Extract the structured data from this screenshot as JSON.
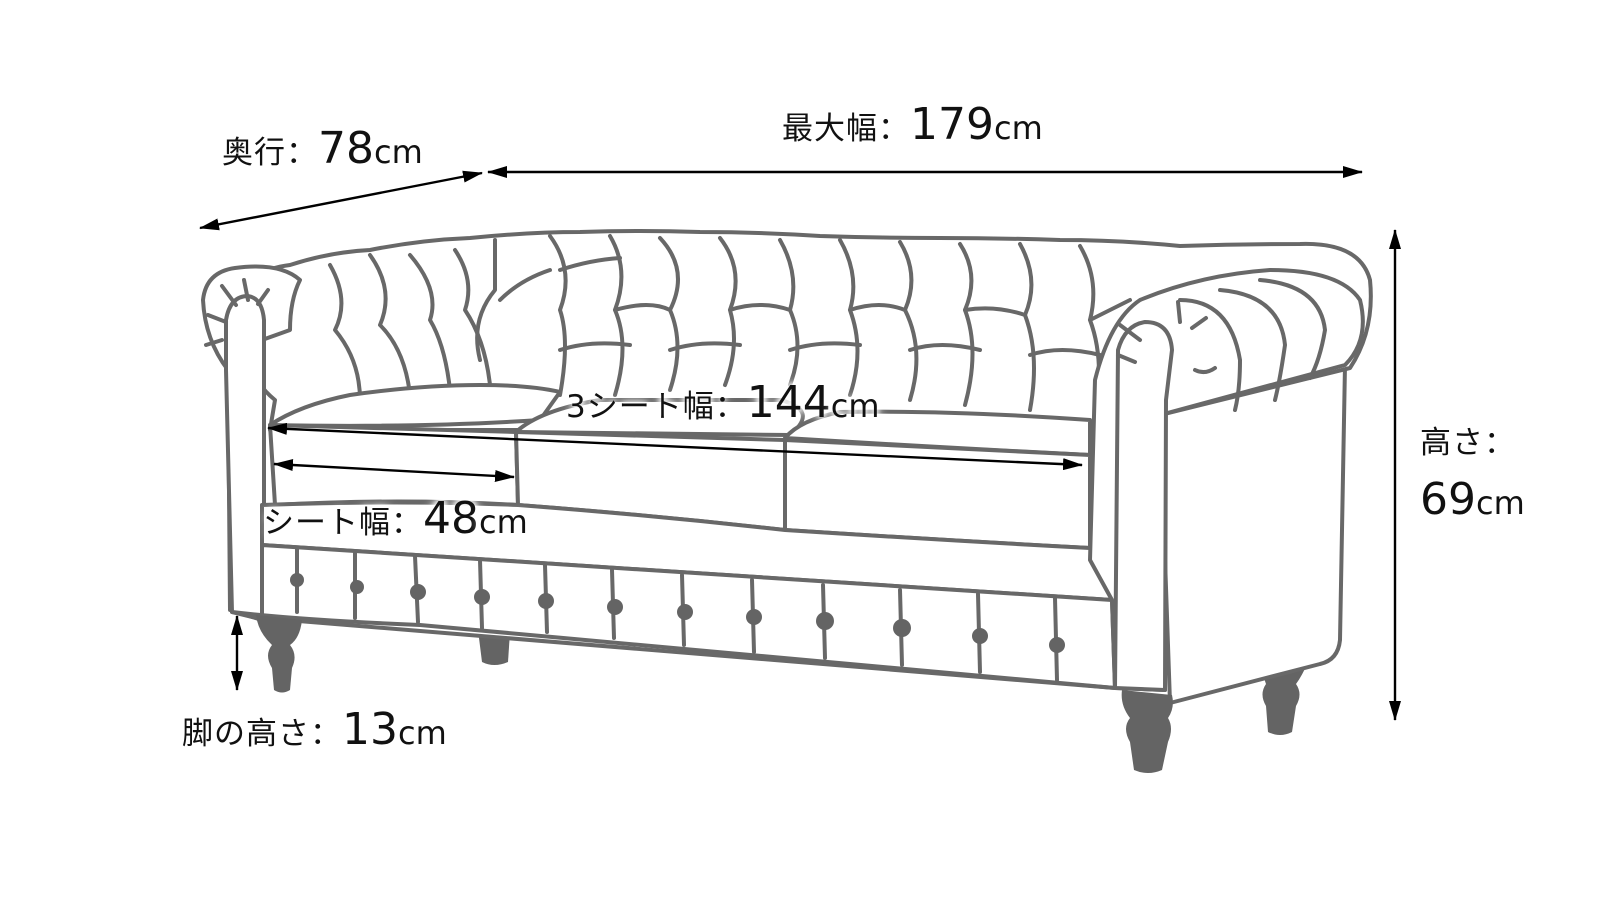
{
  "diagram": {
    "subject": "Chesterfield 3-seat sofa dimension diagram",
    "line_color": "#686868",
    "leg_color": "#646464",
    "dimension_line_color": "#000000",
    "background": "#ffffff"
  },
  "dimensions": {
    "depth": {
      "label": "奥行",
      "separator": "：",
      "value": "78",
      "unit": "cm"
    },
    "max_width": {
      "label": "最大幅",
      "separator": "：",
      "value": "179",
      "unit": "cm"
    },
    "height": {
      "label": "高さ",
      "separator": "：",
      "value": "69",
      "unit": "cm"
    },
    "three_seat_width": {
      "label": "3シート幅",
      "separator": "：",
      "value": "144",
      "unit": "cm"
    },
    "seat_width": {
      "label": "シート幅",
      "separator": "：",
      "value": "48",
      "unit": "cm"
    },
    "leg_height": {
      "label": "脚の高さ",
      "separator": "：",
      "value": "13",
      "unit": "cm"
    }
  }
}
